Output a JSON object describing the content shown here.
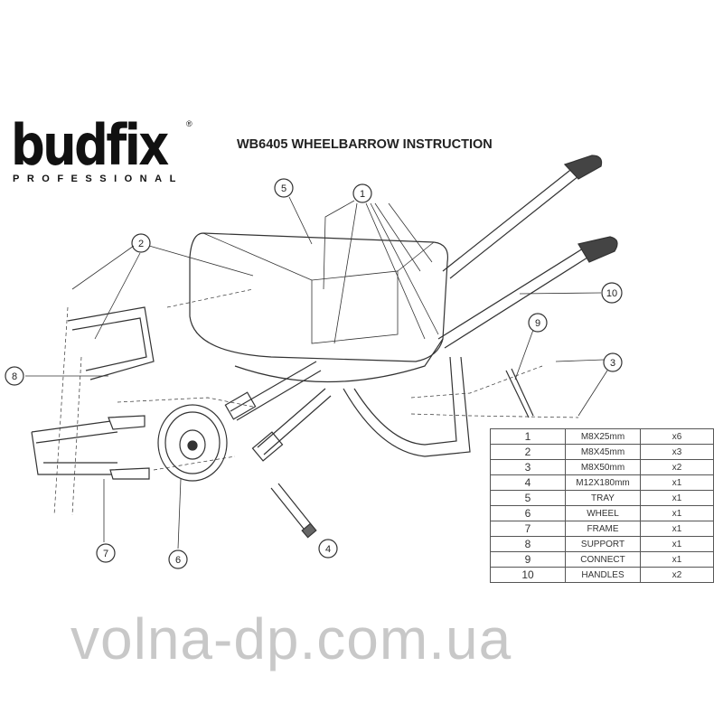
{
  "brand": {
    "name": "budfix",
    "subtitle": "PROFESSIONAL",
    "registered": "®"
  },
  "title": "WB6405 WHEELBARROW INSTRUCTION",
  "callouts": [
    "1",
    "2",
    "3",
    "4",
    "5",
    "6",
    "7",
    "8",
    "9",
    "10"
  ],
  "parts_table": {
    "rows": [
      {
        "no": "1",
        "part": "M8X25mm",
        "qty": "x6"
      },
      {
        "no": "2",
        "part": "M8X45mm",
        "qty": "x3"
      },
      {
        "no": "3",
        "part": "M8X50mm",
        "qty": "x2"
      },
      {
        "no": "4",
        "part": "M12X180mm",
        "qty": "x1"
      },
      {
        "no": "5",
        "part": "TRAY",
        "qty": "x1"
      },
      {
        "no": "6",
        "part": "WHEEL",
        "qty": "x1"
      },
      {
        "no": "7",
        "part": "FRAME",
        "qty": "x1"
      },
      {
        "no": "8",
        "part": "SUPPORT",
        "qty": "x1"
      },
      {
        "no": "9",
        "part": "CONNECT",
        "qty": "x1"
      },
      {
        "no": "10",
        "part": "HANDLES",
        "qty": "x2"
      }
    ]
  },
  "watermark": "volna-dp.com.ua"
}
